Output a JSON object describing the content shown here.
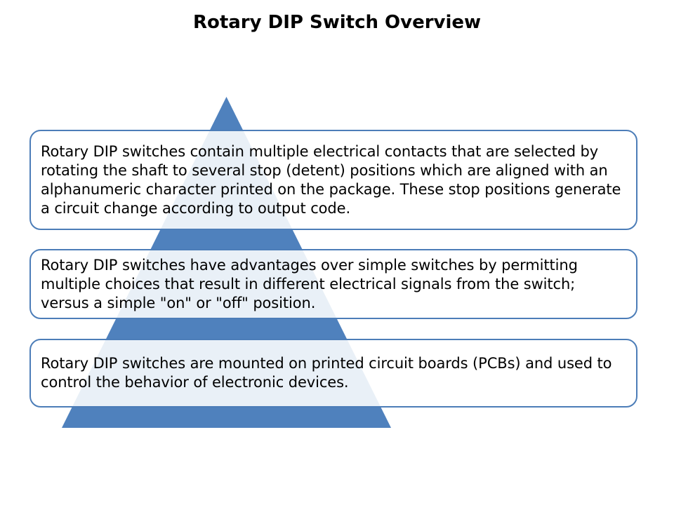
{
  "title": "Rotary DIP Switch Overview",
  "colors": {
    "pyramid_fill": "#4F81BD",
    "box_border": "#4C7DB8",
    "box_fill_tint_over_pyramid": "#EAF0F7",
    "text": "#000000",
    "background": "#FFFFFF"
  },
  "pyramid": {
    "shape": "triangle",
    "description": "blue pyramid background shape behind the three text boxes"
  },
  "boxes": [
    {
      "text": "Rotary DIP switches contain multiple electrical contacts that are selected by rotating the shaft to several stop (detent) positions which are aligned with an alphanumeric character printed on the package. These stop positions generate a circuit change according to output code."
    },
    {
      "text": "Rotary DIP switches have advantages over simple switches by permitting multiple choices that result in different electrical signals from the switch; versus a simple \"on\" or \"off\" position."
    },
    {
      "text": "Rotary DIP switches are mounted on printed circuit boards (PCBs) and used to control the behavior of electronic devices."
    }
  ]
}
